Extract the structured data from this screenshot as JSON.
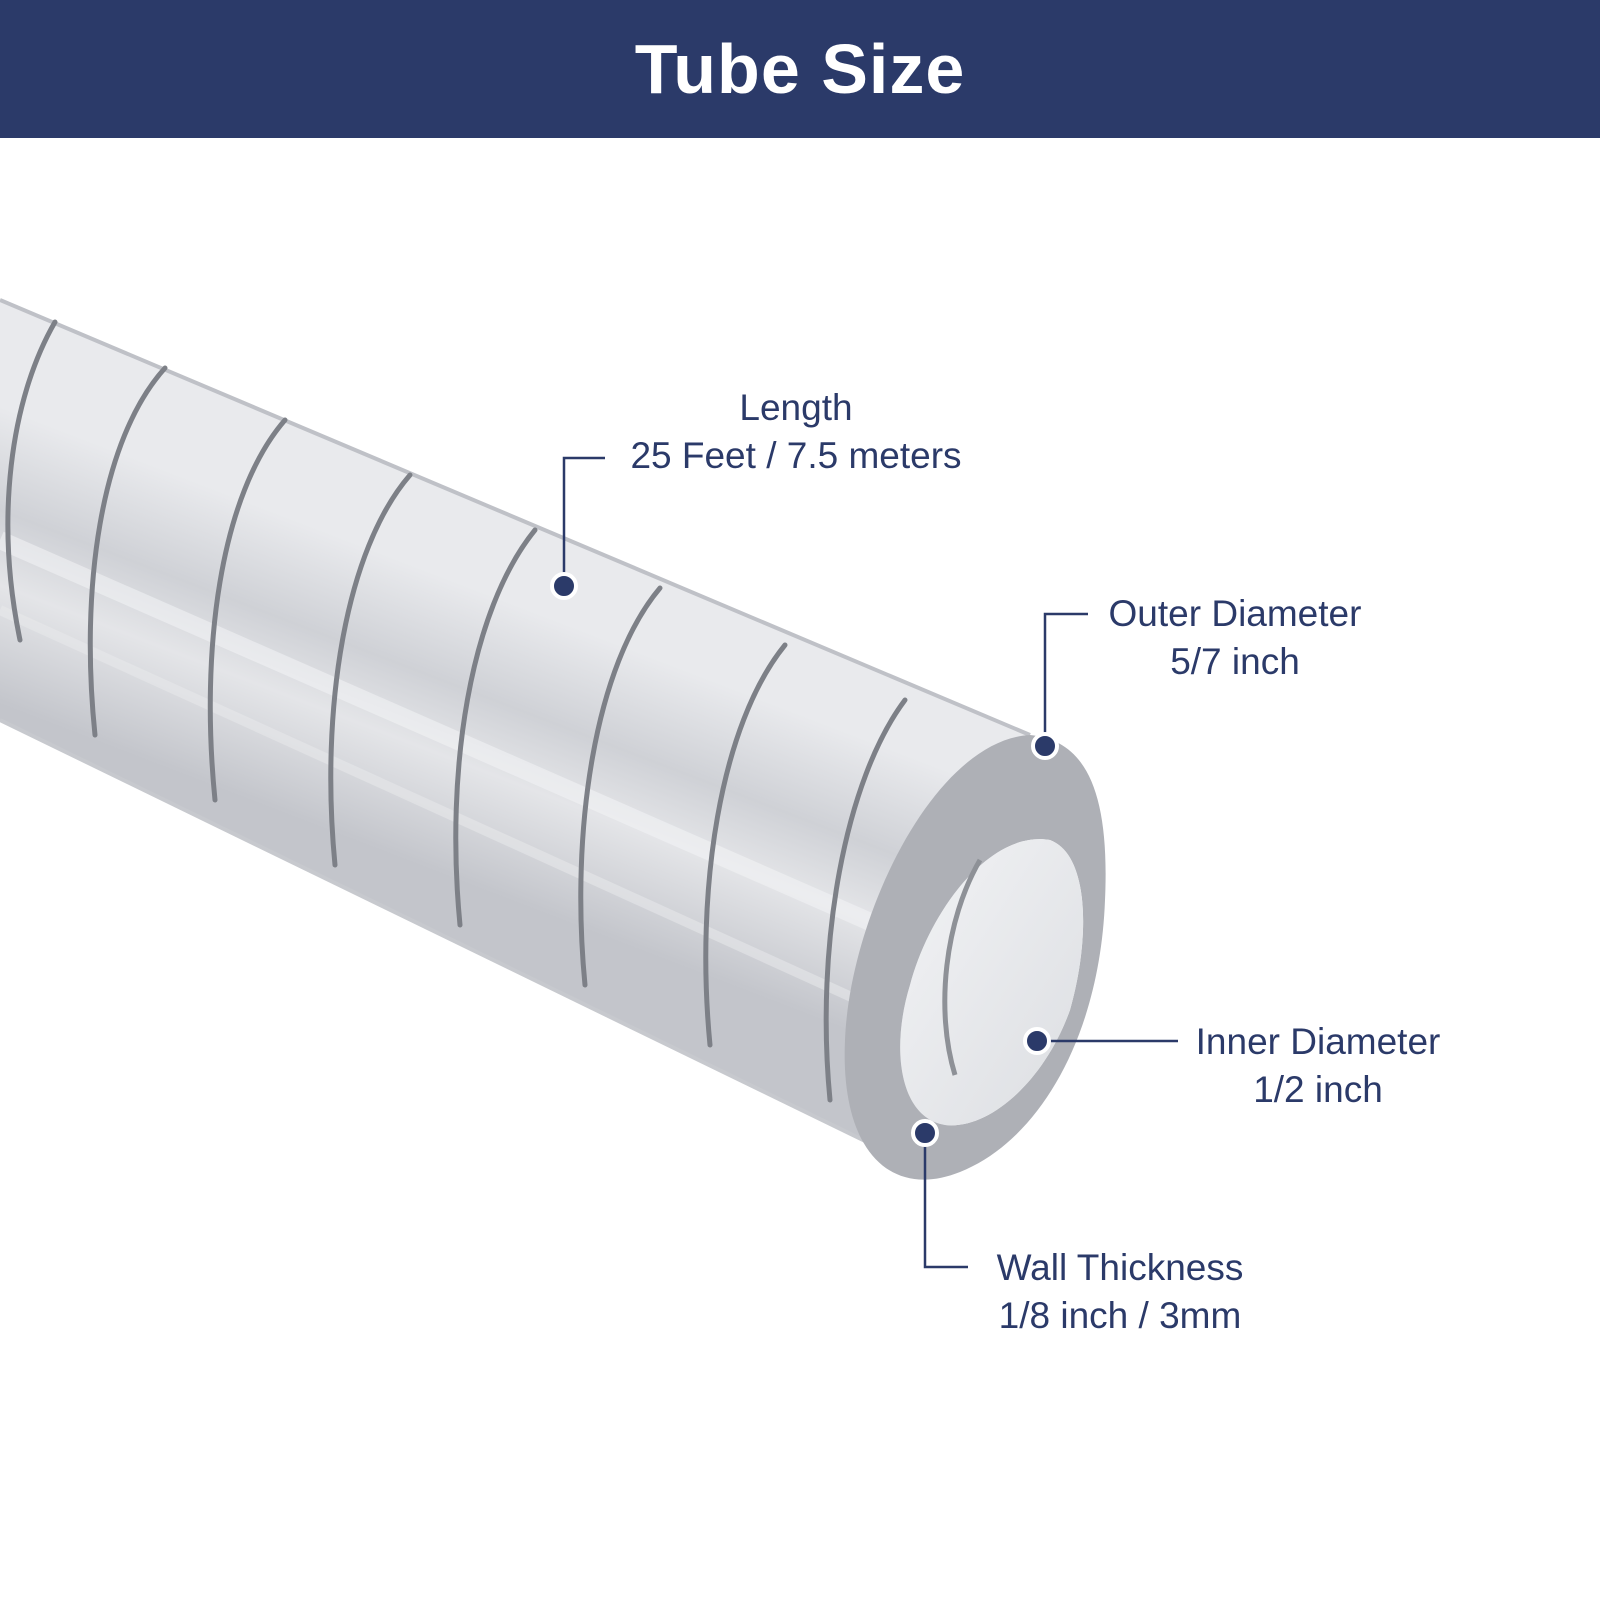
{
  "header": {
    "title": "Tube Size"
  },
  "colors": {
    "banner": "#2b3a69",
    "label_text": "#2b3a69",
    "marker": "#2b3a69",
    "tube_body": "#d3d5da",
    "tube_rim": "#aeb0b6",
    "coil": "#7d8087"
  },
  "dimensions": {
    "length": {
      "name": "Length",
      "value": "25 Feet / 7.5 meters"
    },
    "outer_diameter": {
      "name": "Outer Diameter",
      "value": "5/7 inch"
    },
    "inner_diameter": {
      "name": "Inner Diameter",
      "value": "1/2 inch"
    },
    "wall_thickness": {
      "name": "Wall Thickness",
      "value": "1/8 inch / 3mm"
    }
  }
}
